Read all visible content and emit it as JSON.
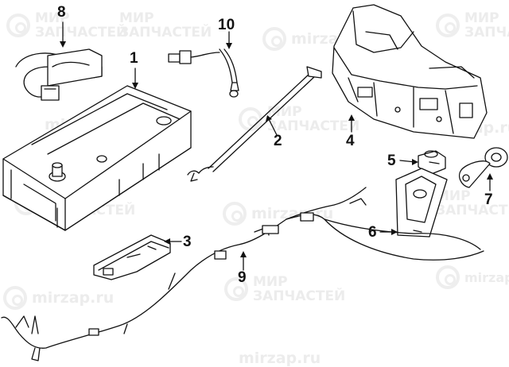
{
  "diagram": {
    "callouts": [
      {
        "id": "1",
        "label": "1"
      },
      {
        "id": "2",
        "label": "2"
      },
      {
        "id": "3",
        "label": "3"
      },
      {
        "id": "4",
        "label": "4"
      },
      {
        "id": "5",
        "label": "5"
      },
      {
        "id": "6",
        "label": "6"
      },
      {
        "id": "7",
        "label": "7"
      },
      {
        "id": "8",
        "label": "8"
      },
      {
        "id": "9",
        "label": "9"
      },
      {
        "id": "10",
        "label": "10"
      }
    ],
    "watermark": {
      "line1": "МИР",
      "line2": "ЗАПЧАСТЕЙ",
      "url": "mirzap.ru"
    },
    "colors": {
      "ink": "#111111",
      "watermark": "#ececec"
    }
  }
}
